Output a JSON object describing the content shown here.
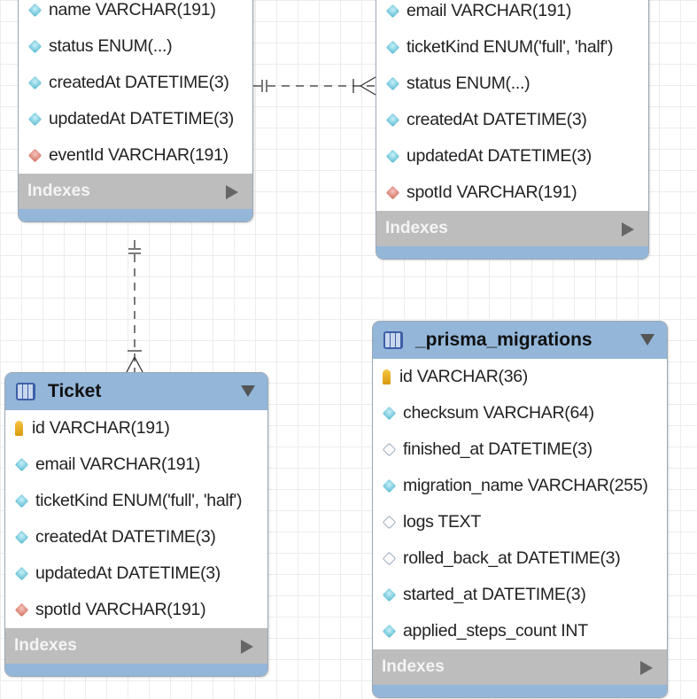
{
  "tables": {
    "event_section": {
      "title": "",
      "columns": [
        {
          "text": "name VARCHAR(191)",
          "kind": "regular"
        },
        {
          "text": "status ENUM(...)",
          "kind": "regular"
        },
        {
          "text": "createdAt DATETIME(3)",
          "kind": "regular"
        },
        {
          "text": "updatedAt DATETIME(3)",
          "kind": "regular"
        },
        {
          "text": "eventId VARCHAR(191)",
          "kind": "foreign-key"
        }
      ],
      "indexes_label": "Indexes"
    },
    "spot_ticket": {
      "title": "",
      "columns": [
        {
          "text": "email VARCHAR(191)",
          "kind": "regular"
        },
        {
          "text": "ticketKind ENUM('full', 'half')",
          "kind": "regular"
        },
        {
          "text": "status ENUM(...)",
          "kind": "regular"
        },
        {
          "text": "createdAt DATETIME(3)",
          "kind": "regular"
        },
        {
          "text": "updatedAt DATETIME(3)",
          "kind": "regular"
        },
        {
          "text": "spotId VARCHAR(191)",
          "kind": "foreign-key"
        }
      ],
      "indexes_label": "Indexes"
    },
    "ticket": {
      "title": "Ticket",
      "columns": [
        {
          "text": "id VARCHAR(191)",
          "kind": "primary-key"
        },
        {
          "text": "email VARCHAR(191)",
          "kind": "regular"
        },
        {
          "text": "ticketKind ENUM('full', 'half')",
          "kind": "regular"
        },
        {
          "text": "createdAt DATETIME(3)",
          "kind": "regular"
        },
        {
          "text": "updatedAt DATETIME(3)",
          "kind": "regular"
        },
        {
          "text": "spotId VARCHAR(191)",
          "kind": "foreign-key"
        }
      ],
      "indexes_label": "Indexes"
    },
    "prisma_migrations": {
      "title": "_prisma_migrations",
      "columns": [
        {
          "text": "id VARCHAR(36)",
          "kind": "primary-key"
        },
        {
          "text": "checksum VARCHAR(64)",
          "kind": "regular"
        },
        {
          "text": "finished_at DATETIME(3)",
          "kind": "nullable"
        },
        {
          "text": "migration_name VARCHAR(255)",
          "kind": "regular"
        },
        {
          "text": "logs TEXT",
          "kind": "nullable"
        },
        {
          "text": "rolled_back_at DATETIME(3)",
          "kind": "nullable"
        },
        {
          "text": "started_at DATETIME(3)",
          "kind": "regular"
        },
        {
          "text": "applied_steps_count INT",
          "kind": "regular"
        }
      ],
      "indexes_label": "Indexes"
    }
  },
  "colors": {
    "header": "#93b6d9",
    "indexes": "#bdbdbd",
    "column_icon": "#4fb6cf",
    "fk_icon": "#d06a5a",
    "pk_icon": "#f5c542"
  },
  "relationships": [
    {
      "from": "event_section",
      "to": "spot_ticket",
      "type": "one-to-many",
      "line": "dashed"
    },
    {
      "from": "event_section",
      "to": "ticket",
      "type": "one-to-many",
      "line": "dashed"
    }
  ]
}
